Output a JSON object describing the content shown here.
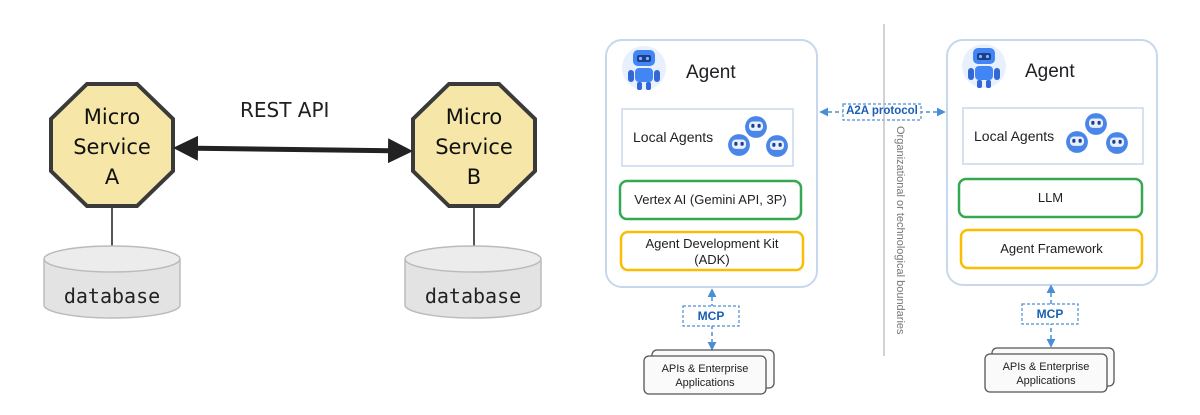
{
  "left": {
    "rest_api": "REST API",
    "service_a": [
      "Micro",
      "Service",
      "A"
    ],
    "service_b": [
      "Micro",
      "Service",
      "B"
    ],
    "database": "database"
  },
  "agent_left": {
    "title": "Agent",
    "local_agents": "Local Agents",
    "model": "Vertex AI (Gemini API, 3P)",
    "framework_line1": "Agent Development Kit",
    "framework_line2": "(ADK)",
    "mcp": "MCP",
    "apis_line1": "APIs & Enterprise",
    "apis_line2": "Applications"
  },
  "agent_right": {
    "title": "Agent",
    "local_agents": "Local Agents",
    "model": "LLM",
    "framework": "Agent Framework",
    "mcp": "MCP",
    "apis_line1": "APIs & Enterprise",
    "apis_line2": "Applications"
  },
  "a2a_protocol": "A2A protocol",
  "boundary_label": "Organizational or technological boundaries",
  "colors": {
    "octagon_fill": "#f6e7a8",
    "green_border": "#34a853",
    "yellow_border": "#fbbc04",
    "blue_dash": "#4a8fd6",
    "panel_border": "#c6d7ee",
    "robot_blue": "#4285f4"
  }
}
